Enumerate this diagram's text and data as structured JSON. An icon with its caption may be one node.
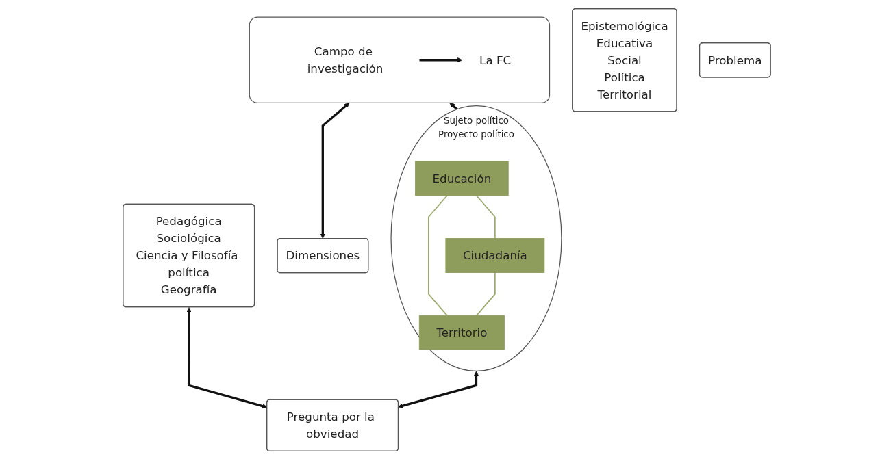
{
  "diagram": {
    "nodes": [
      {
        "text": [],
        "shape": "box"
      },
      {
        "text": [
          "Campo de investigación"
        ],
        "in": 0
      },
      {
        "text": [
          "La FC"
        ],
        "in": 0
      },
      {
        "text": [
          "Dimensiones"
        ]
      },
      {
        "text": [
          "Epistemológica",
          "Educativa",
          "Social",
          "Política",
          "Territorial"
        ]
      },
      {
        "text": [
          "Pedagógica",
          "Sociológica",
          "Ciencia y Filosofía política",
          "Geografía"
        ]
      },
      {
        "text": [
          "Problema"
        ]
      },
      {
        "text": [
          "Sujeto político",
          "Proyecto político"
        ]
      },
      {
        "text": [
          "Educación"
        ],
        "in": 7
      },
      {
        "text": [
          "Ciudadanía"
        ],
        "in": 7
      },
      {
        "text": [
          "Territorio"
        ],
        "in": 7
      },
      {
        "text": [
          "Pregunta por la obviedad"
        ]
      }
    ],
    "edges": [
      {
        "from": 1,
        "to": 2,
        "arrow": "to"
      },
      {
        "from": 0,
        "to": 3,
        "arrow": "both"
      },
      {
        "from": 0,
        "to": 7,
        "arrow": "both"
      },
      {
        "from": 8,
        "to": 9,
        "arrow": "none",
        "color": "#9aa86a"
      },
      {
        "from": 8,
        "to": 10,
        "arrow": "none",
        "color": "#9aa86a"
      },
      {
        "from": 9,
        "to": 10,
        "arrow": "none",
        "color": "#9aa86a"
      },
      {
        "from": 5,
        "to": 11,
        "arrow": "both"
      },
      {
        "from": 7,
        "to": 11,
        "arrow": "both"
      }
    ]
  }
}
